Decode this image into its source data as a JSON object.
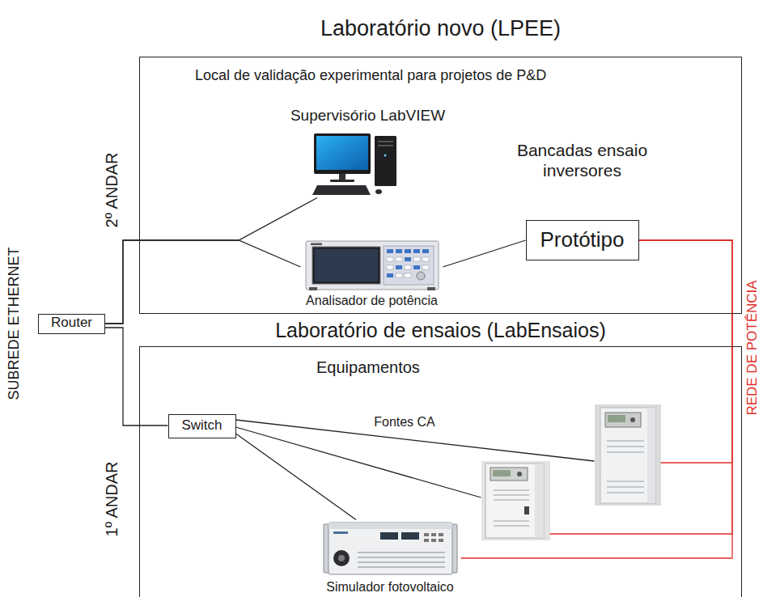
{
  "diagram": {
    "nodes": [
      {
        "text": [
          "Laboratório novo (LPEE)",
          "Local de validação experimental para projetos de P&D"
        ]
      },
      {
        "text": [
          "Supervisório LabVIEW"
        ],
        "in": 0
      },
      {
        "text": [
          "Analisador de potência"
        ],
        "in": 0
      },
      {
        "text": [
          "Bancadas ensaio inversores",
          "Protótipo"
        ],
        "in": 0
      },
      {
        "text": [
          "Router"
        ]
      },
      {
        "text": [
          "Laboratório de ensaios (LabEnsaios)",
          "Equipamentos"
        ]
      },
      {
        "text": [
          "Switch"
        ],
        "in": 5
      },
      {
        "text": [],
        "in": 5
      },
      {
        "text": [],
        "in": 5
      },
      {
        "text": [
          "Simulador fotovoltaico"
        ],
        "in": 5
      }
    ],
    "edges": [
      {
        "from": 4,
        "to": 1,
        "arrow": "none"
      },
      {
        "from": 4,
        "to": 2,
        "arrow": "none"
      },
      {
        "from": 2,
        "to": 3,
        "arrow": "none"
      },
      {
        "from": 4,
        "to": 6,
        "arrow": "none"
      },
      {
        "from": 6,
        "to": 7,
        "arrow": "none"
      },
      {
        "from": 6,
        "to": 8,
        "arrow": "none"
      },
      {
        "from": 6,
        "to": 9,
        "arrow": "none"
      },
      {
        "from": 3,
        "to": 7,
        "arrow": "none"
      },
      {
        "from": 3,
        "to": 8,
        "arrow": "none"
      },
      {
        "from": 3,
        "to": 9,
        "arrow": "none"
      }
    ],
    "labels": [
      "2º ANDAR",
      "1º ANDAR",
      "SUBREDE ETHERNET",
      "REDE DE POTÊNCIA",
      "Fontes CA"
    ]
  }
}
